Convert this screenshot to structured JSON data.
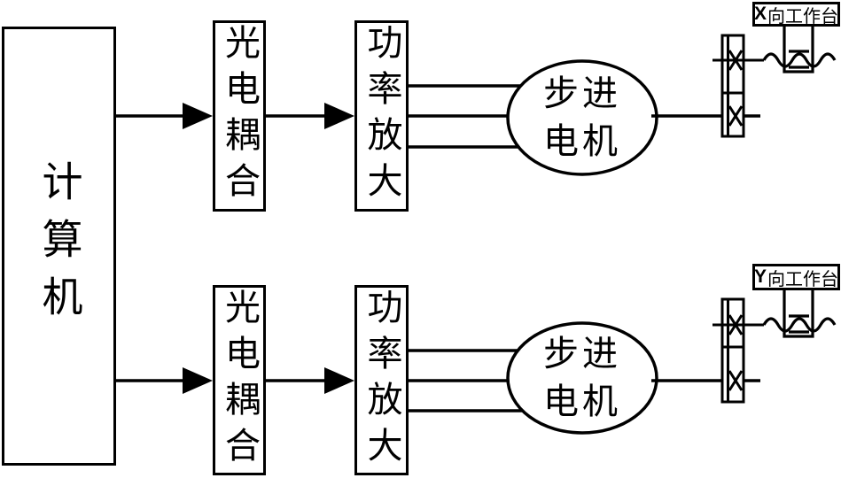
{
  "colors": {
    "line": "#000000",
    "background": "#ffffff"
  },
  "computer": {
    "label": "计算机"
  },
  "chains": [
    {
      "axis": "X",
      "optocoupler_label": "光电耦合",
      "amplifier_label": "功率放大",
      "motor_label": "步进电机",
      "worktable_axis": "X",
      "worktable_suffix": "向工作台"
    },
    {
      "axis": "Y",
      "optocoupler_label": "光电耦合",
      "amplifier_label": "功率放大",
      "motor_label": "步进电机",
      "worktable_axis": "Y",
      "worktable_suffix": "向工作台"
    }
  ]
}
